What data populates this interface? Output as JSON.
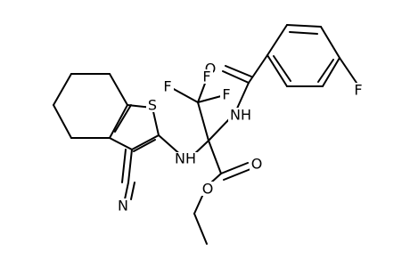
{
  "molecule": {
    "atoms": {
      "sulfur": "S",
      "amine_nh": "NH",
      "amide_nh": "NH",
      "amide_o": "O",
      "ester_carbonyl_o": "O",
      "ester_o": "O",
      "fluoro_aryl": "F",
      "cf3_f1": "F",
      "cf3_f2": "F",
      "cf3_f3": "F",
      "nitrile_n": "N"
    }
  },
  "colors": {
    "bond": "#000000",
    "text": "#000000",
    "background": "#ffffff"
  }
}
